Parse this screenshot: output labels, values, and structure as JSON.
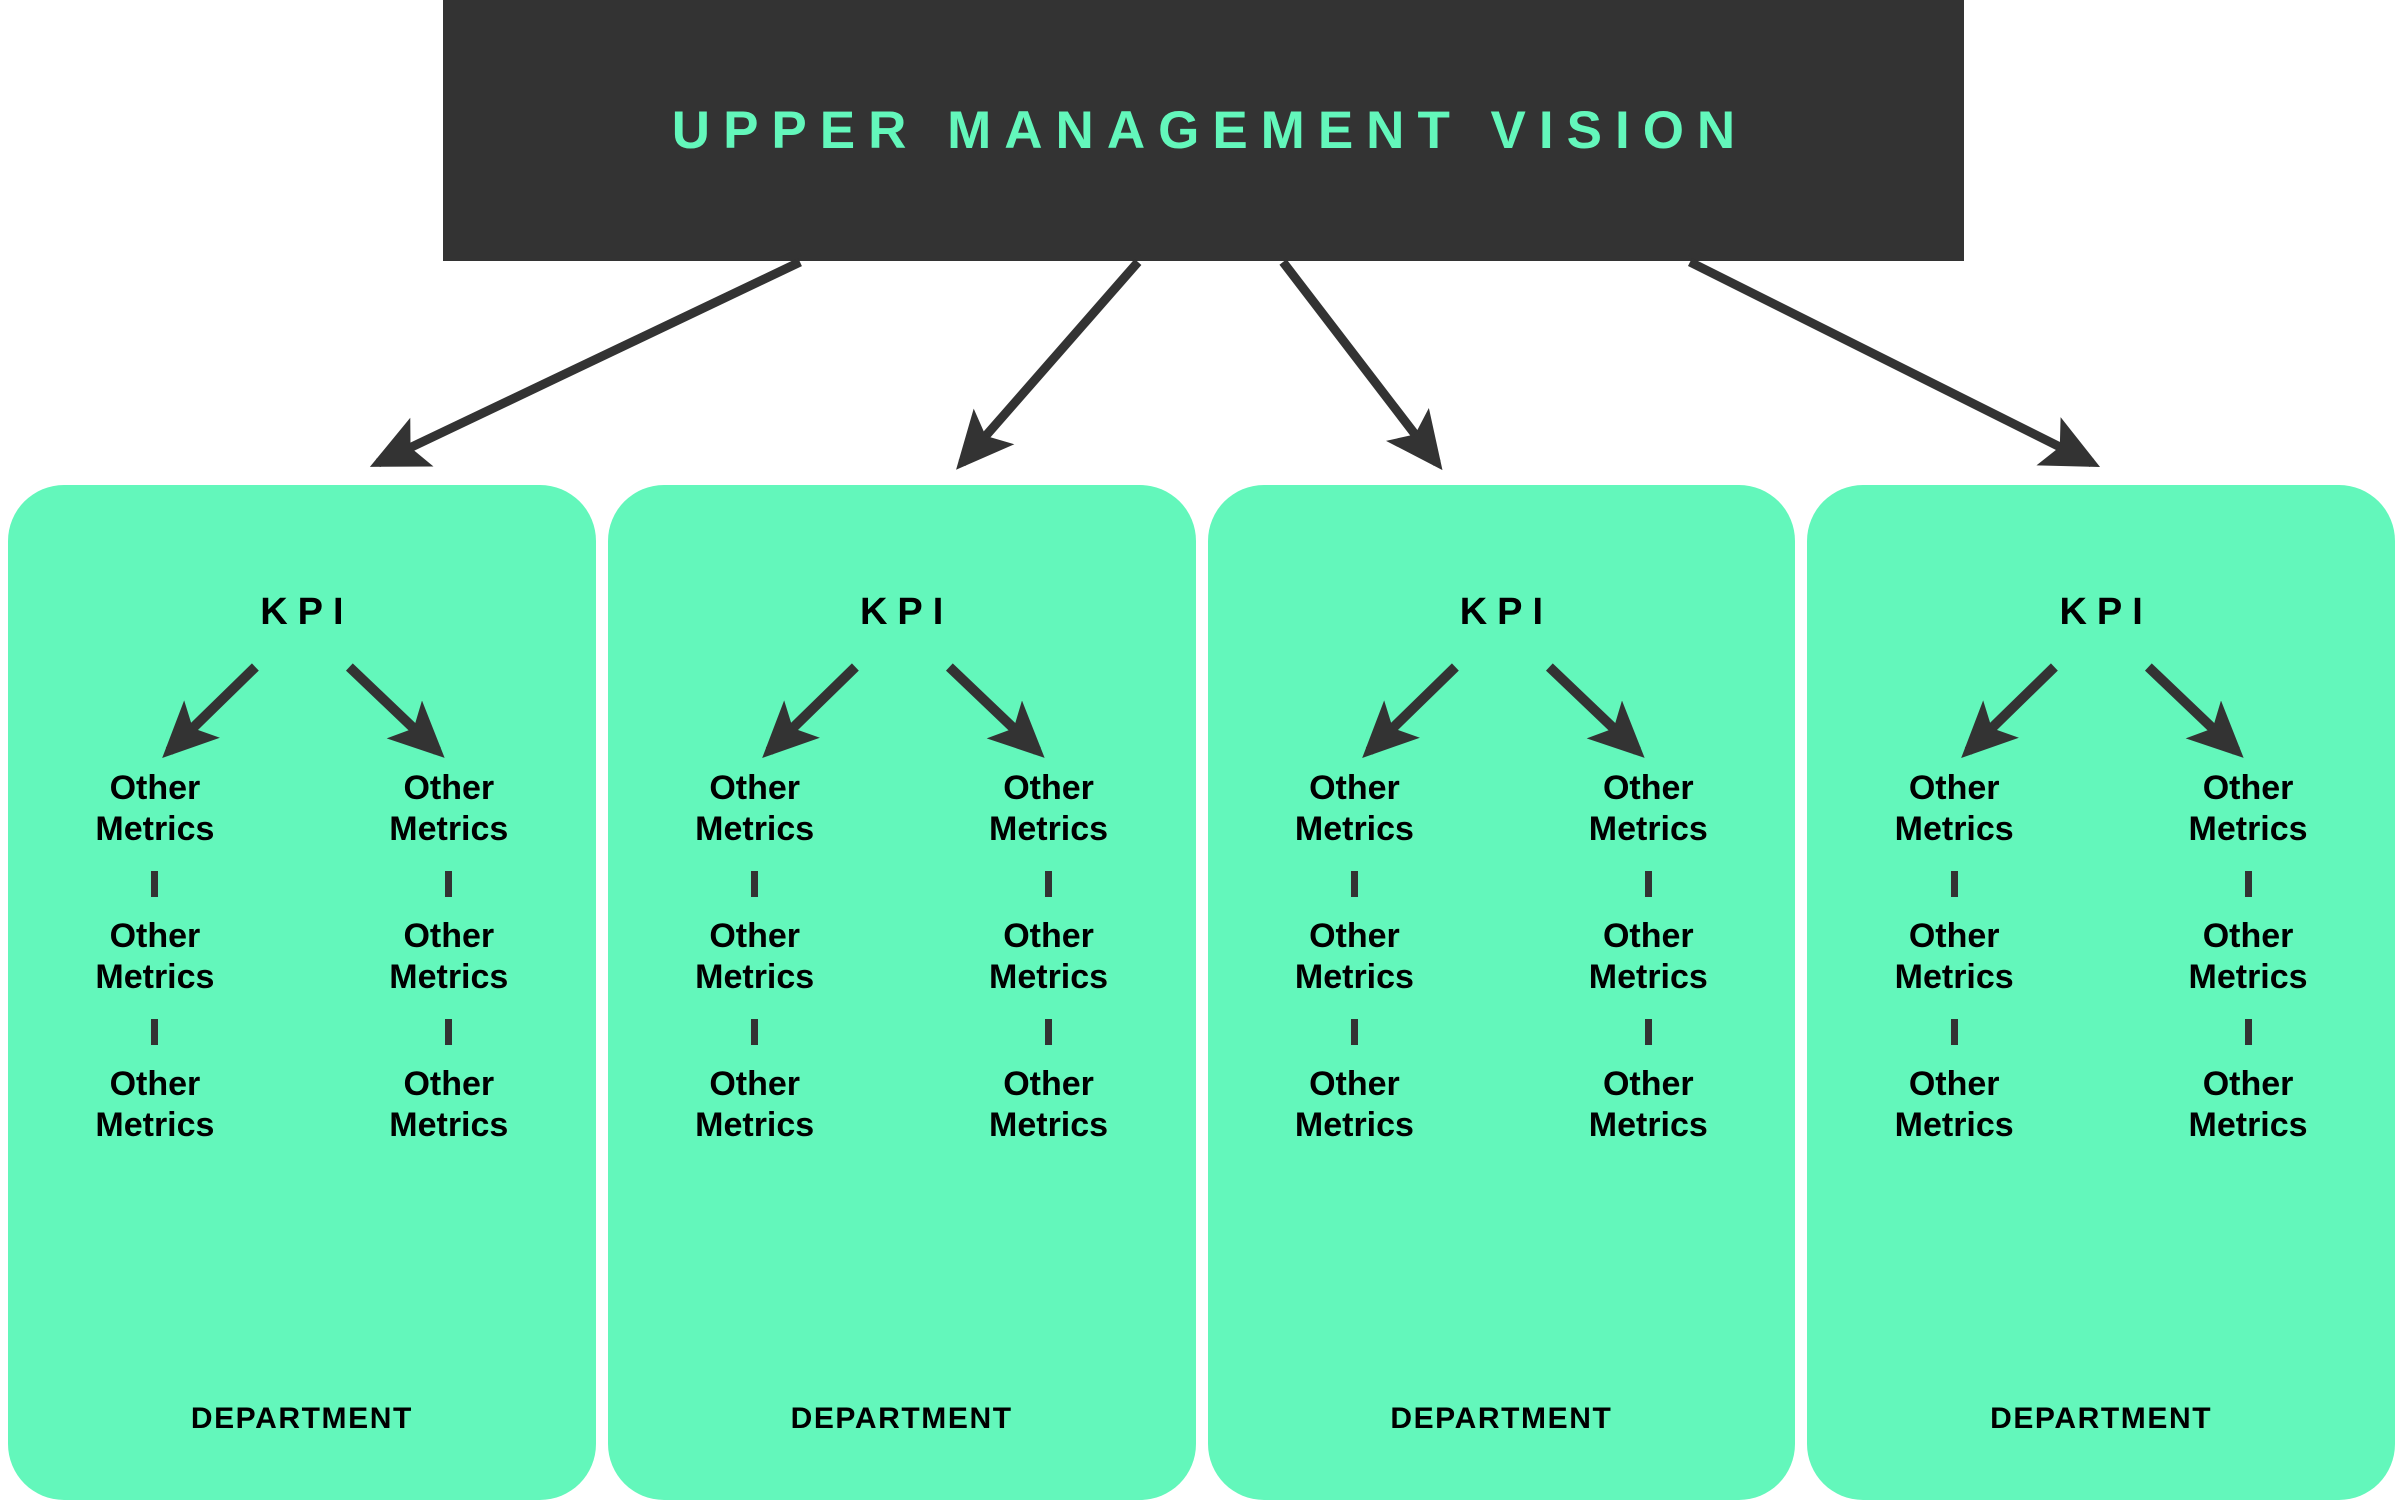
{
  "diagram": {
    "type": "org-hierarchy-flow",
    "title": "UPPER MANAGEMENT VISION",
    "colors": {
      "banner_background": "#333333",
      "banner_text": "#63F7BB",
      "card_background": "#63F7BB",
      "card_text": "#000000",
      "arrow": "#333333",
      "page_background": "#FFFFFF"
    },
    "banner": {
      "label": "UPPER MANAGEMENT VISION"
    },
    "arrow_count_from_banner": 4,
    "cards": [
      {
        "kpi_label": "KPI",
        "department_label": "DEPARTMENT",
        "columns": [
          {
            "nodes": [
              "Other\nMetrics",
              "Other\nMetrics",
              "Other\nMetrics"
            ]
          },
          {
            "nodes": [
              "Other\nMetrics",
              "Other\nMetrics",
              "Other\nMetrics"
            ]
          }
        ]
      },
      {
        "kpi_label": "KPI",
        "department_label": "DEPARTMENT",
        "columns": [
          {
            "nodes": [
              "Other\nMetrics",
              "Other\nMetrics",
              "Other\nMetrics"
            ]
          },
          {
            "nodes": [
              "Other\nMetrics",
              "Other\nMetrics",
              "Other\nMetrics"
            ]
          }
        ]
      },
      {
        "kpi_label": "KPI",
        "department_label": "DEPARTMENT",
        "columns": [
          {
            "nodes": [
              "Other\nMetrics",
              "Other\nMetrics",
              "Other\nMetrics"
            ]
          },
          {
            "nodes": [
              "Other\nMetrics",
              "Other\nMetrics",
              "Other\nMetrics"
            ]
          }
        ]
      },
      {
        "kpi_label": "KPI",
        "department_label": "DEPARTMENT",
        "columns": [
          {
            "nodes": [
              "Other\nMetrics",
              "Other\nMetrics",
              "Other\nMetrics"
            ]
          },
          {
            "nodes": [
              "Other\nMetrics",
              "Other\nMetrics",
              "Other\nMetrics"
            ]
          }
        ]
      }
    ]
  }
}
